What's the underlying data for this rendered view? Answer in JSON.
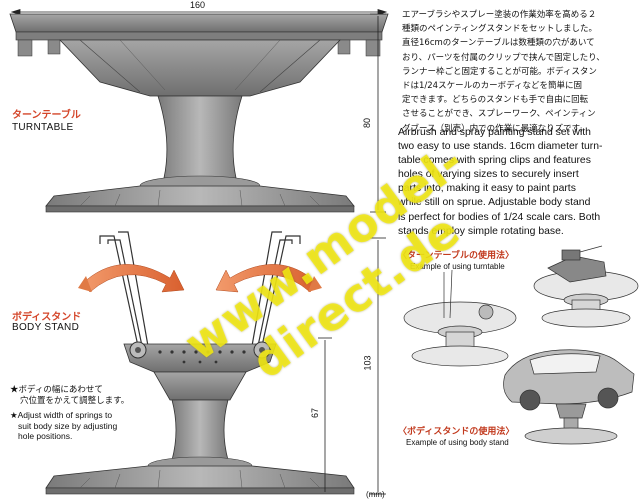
{
  "dimensions": {
    "width_label": "160",
    "turntable_height_label": "80",
    "stand_height_label": "103",
    "arm_height_label": "67",
    "unit_label": "(mm)"
  },
  "turntable": {
    "label_jp": "ターンテーブル",
    "label_en": "TURNTABLE"
  },
  "body_stand": {
    "label_jp": "ボディスタンド",
    "label_en": "BODY STAND",
    "note_jp": [
      "★ボディの幅にあわせて",
      "穴位置をかえて調整します。"
    ],
    "note_en": [
      "★Adjust width of springs to",
      "suit body size by adjusting",
      "hole positions."
    ]
  },
  "description_jp": [
    "エアーブラシやスプレー塗装の作業効率を高める２",
    "種類のペインティングスタンドをセットしました。",
    "直径16cmのターンテーブルは数種類の穴があいて",
    "おり、パーツを付属のクリップで挟んで固定したり、",
    "ランナー枠ごと固定することが可能。ボディスタン",
    "ドは1/24スケールのカーボディなどを簡単に固",
    "定できます。どちらのスタンドも手で自由に回転",
    "させることができ、スプレーワーク、ペインティン",
    "グブース（別売）内での作業に最適なりズです。"
  ],
  "description_en": [
    "Airbrush and spray painting stand set with",
    "two easy to use stands. 16cm diameter turn-",
    "table comes with spring clips and features",
    "holes of varying sizes to securely insert",
    "parts into, making it easy to paint parts",
    "while still on sprue. Adjustable body stand",
    "is perfect for bodies of 1/24 scale cars. Both",
    "stands employ simple rotating base."
  ],
  "usage_turntable": {
    "label_jp": "〈ターンテーブルの使用法〉",
    "label_en": "Example of using turntable"
  },
  "usage_body_stand": {
    "label_jp": "〈ボディスタンドの使用法〉",
    "label_en": "Example of using body stand"
  },
  "watermark": "www.model-direct.de",
  "colors": {
    "accent_red": "#d4462a",
    "arrow_orange": "#e07a45",
    "part_gray": "#8c8c8c",
    "watermark_yellow": "#f5eb14"
  }
}
